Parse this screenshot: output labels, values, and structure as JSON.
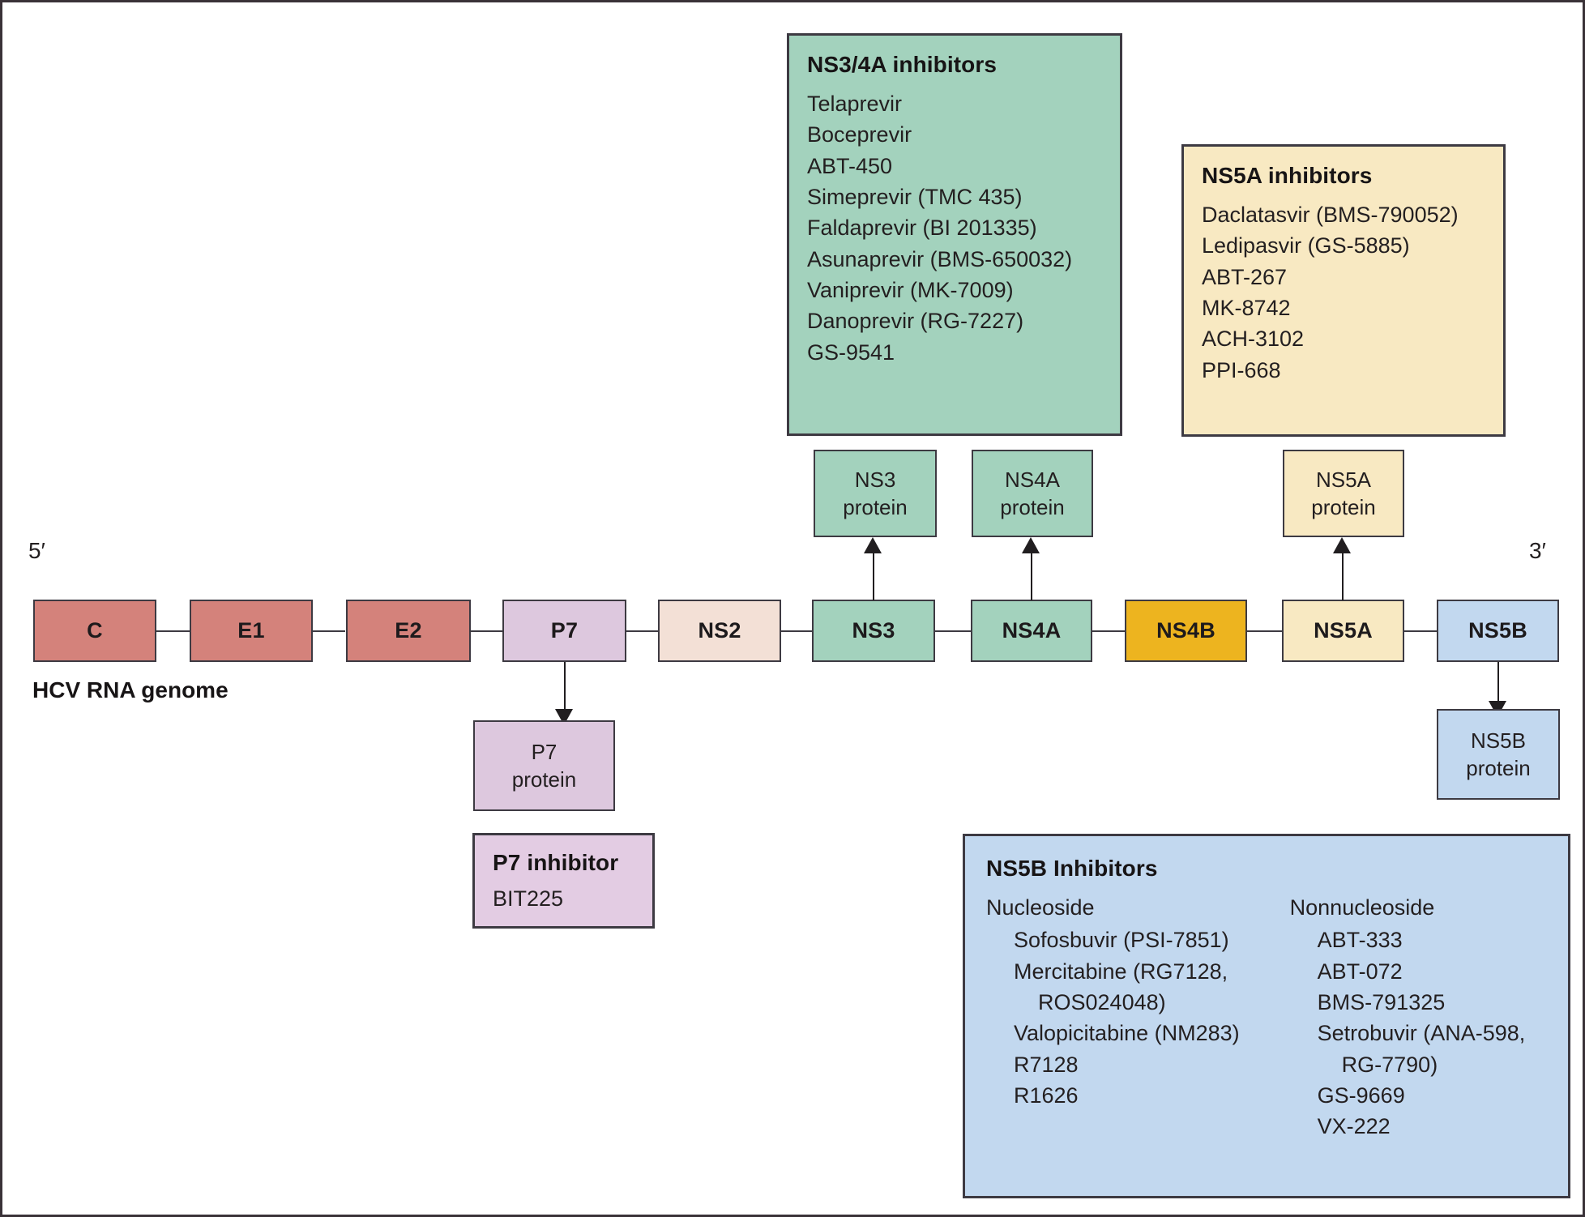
{
  "figure": {
    "genome_label": "HCV RNA genome",
    "five_prime": "5′",
    "three_prime": "3′"
  },
  "genome": {
    "segments": [
      {
        "name": "C",
        "color": "#d4827b"
      },
      {
        "name": "E1",
        "color": "#d4827b"
      },
      {
        "name": "E2",
        "color": "#d4827b"
      },
      {
        "name": "P7",
        "color": "#ddc8de"
      },
      {
        "name": "NS2",
        "color": "#f3e0d6"
      },
      {
        "name": "NS3",
        "color": "#a3d2bd"
      },
      {
        "name": "NS4A",
        "color": "#a3d2bd"
      },
      {
        "name": "NS4B",
        "color": "#edb41f"
      },
      {
        "name": "NS5A",
        "color": "#f8e9c2"
      },
      {
        "name": "NS5B",
        "color": "#c2d8ef"
      }
    ]
  },
  "proteins": [
    {
      "line1": "P7",
      "line2": "protein",
      "color": "#ddc8de"
    },
    {
      "line1": "NS3",
      "line2": "protein",
      "color": "#a3d2bd"
    },
    {
      "line1": "NS4A",
      "line2": "protein",
      "color": "#a3d2bd"
    },
    {
      "line1": "NS5A",
      "line2": "protein",
      "color": "#f8e9c2"
    },
    {
      "line1": "NS5B",
      "line2": "protein",
      "color": "#c2d8ef"
    }
  ],
  "ns3_4a_box": {
    "title": "NS3/4A inhibitors",
    "color": "#a3d2bd",
    "items": [
      "Telaprevir",
      "Boceprevir",
      "ABT-450",
      "Simeprevir (TMC 435)",
      "Faldaprevir (BI 201335)",
      "Asunaprevir (BMS-650032)",
      "Vaniprevir (MK-7009)",
      "Danoprevir (RG-7227)",
      "GS-9541"
    ]
  },
  "ns5a_box": {
    "title": "NS5A inhibitors",
    "color": "#f8e9c2",
    "items": [
      "Daclatasvir (BMS-790052)",
      "Ledipasvir (GS-5885)",
      "ABT-267",
      "MK-8742",
      "ACH-3102",
      "PPI-668"
    ]
  },
  "p7_box": {
    "title": "P7 inhibitor",
    "color": "#e3cce3",
    "items": [
      "BIT225"
    ]
  },
  "ns5b_box": {
    "title": "NS5B Inhibitors",
    "color": "#c2d8ef",
    "columns": [
      {
        "heading": "Nucleoside",
        "items": [
          "Sofosbuvir (PSI-7851)",
          "Mercitabine (RG7128,",
          "    ROS024048)",
          "Valopicitabine (NM283)",
          "R7128",
          "R1626"
        ]
      },
      {
        "heading": "Nonnucleoside",
        "items": [
          "ABT-333",
          "ABT-072",
          "BMS-791325",
          "Setrobuvir (ANA-598,",
          "    RG-7790)",
          "GS-9669",
          "VX-222"
        ]
      }
    ]
  }
}
